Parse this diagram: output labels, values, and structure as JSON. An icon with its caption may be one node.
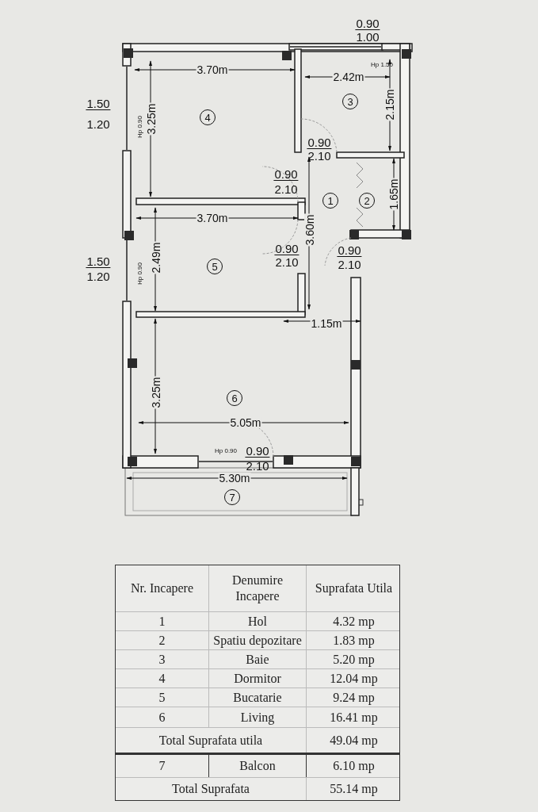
{
  "diagram": {
    "nodes": [
      {
        "text": [
          "3"
        ]
      },
      {
        "text": [
          "4"
        ]
      },
      {
        "text": [
          "1"
        ]
      },
      {
        "text": [
          "2"
        ]
      },
      {
        "text": [
          "5"
        ]
      },
      {
        "text": [
          "6"
        ]
      },
      {
        "text": [
          "7"
        ]
      }
    ],
    "labels": [
      "0.90",
      "1.00",
      "3.70m",
      "Hp 1.50",
      "2.42m",
      "1.50",
      "1.20",
      "Hp 0.90",
      "3.25m",
      "2.15m",
      "0.90",
      "2.10",
      "0.90",
      "2.10",
      "1.65m",
      "3.70m",
      "3.60m",
      "1.50",
      "1.20",
      "Hp 0.90",
      "2.49m",
      "0.90",
      "2.10",
      "0.90",
      "2.10",
      "1.15m",
      "3.25m",
      "5.05m",
      "Hp 0.90",
      "0.90",
      "2.10",
      "5.30m",
      "Nr. Incapere",
      "Denumire Incapere",
      "Suprafata Utila",
      "1",
      "Hol",
      "4.32 mp",
      "2",
      "Spatiu depozitare",
      "1.83 mp",
      "3",
      "Baie",
      "5.20 mp",
      "4",
      "Dormitor",
      "12.04 mp",
      "5",
      "Bucatarie",
      "9.24 mp",
      "6",
      "Living",
      "16.41 mp",
      "Total Suprafata utila",
      "49.04 mp",
      "7",
      "Balcon",
      "6.10 mp",
      "Total Suprafata",
      "55.14 mp"
    ]
  }
}
